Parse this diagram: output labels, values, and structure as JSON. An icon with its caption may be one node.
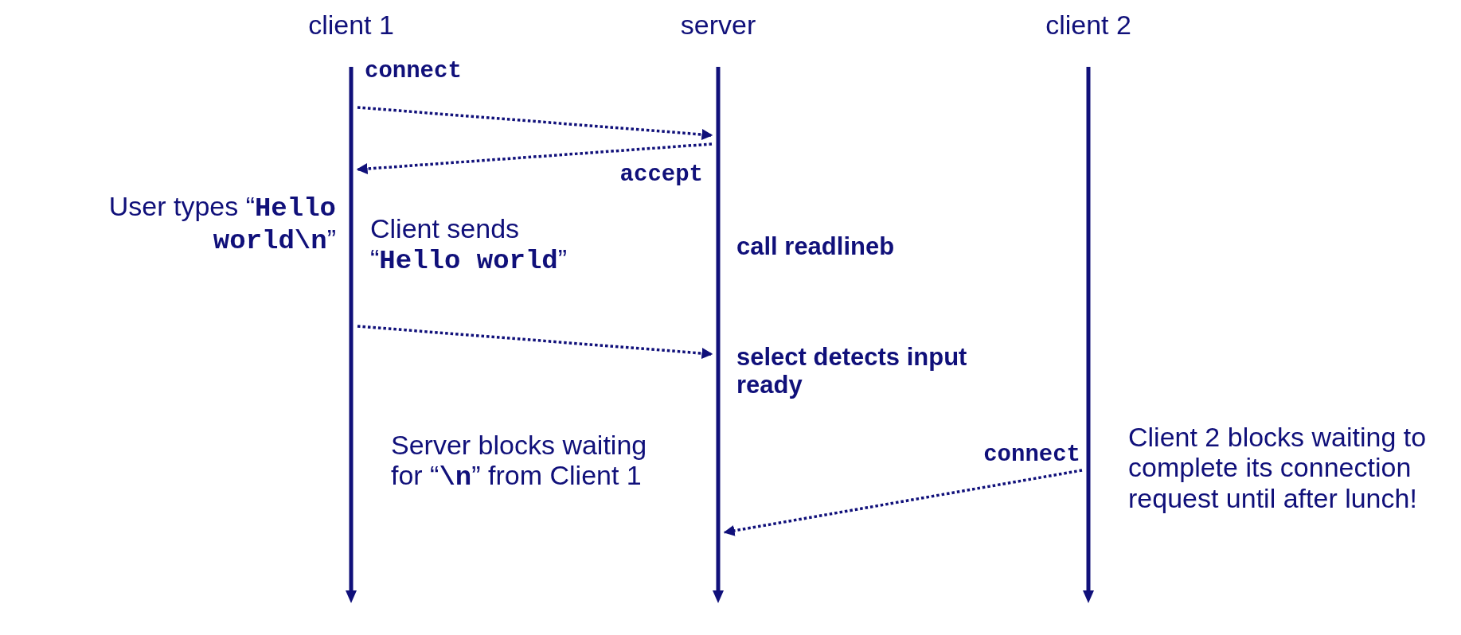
{
  "diagram": {
    "nodes": [
      {
        "text": [
          "client 1"
        ]
      },
      {
        "text": [
          "server"
        ]
      },
      {
        "text": [
          "client 2"
        ]
      }
    ],
    "edges": [
      {
        "from": 0,
        "to": 1,
        "arrow": "to",
        "label": "connect"
      },
      {
        "from": 1,
        "to": 0,
        "arrow": "to",
        "label": "accept"
      },
      {
        "from": 0,
        "to": 1,
        "arrow": "to",
        "label": "Client sends “**Hello world**”"
      },
      {
        "from": 2,
        "to": 1,
        "arrow": "to",
        "label": "connect"
      }
    ],
    "labels": [
      "User types “**Hello world\\n**”",
      "call readlineb",
      "select detects input ready",
      "Server blocks waiting for “**\\n**” from Client 1",
      "Client 2 blocks waiting to complete its connection request until after lunch!"
    ]
  }
}
